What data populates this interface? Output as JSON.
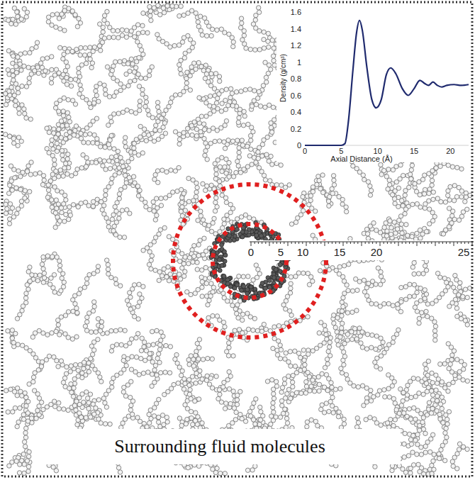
{
  "diagram": {
    "nodes": [
      {
        "text": [
          "Surrounding  fluid molecules"
        ]
      }
    ],
    "labels": [
      "1.6",
      "1.4",
      "1.2",
      "1",
      "0.8",
      "0.6",
      "0.4",
      "0.2",
      "0",
      "0",
      "5",
      "10",
      "15",
      "20",
      "Axial Distance (Å)",
      "Density (g/cm³)",
      "0",
      "5",
      "10",
      "15",
      "20",
      "25"
    ]
  }
}
